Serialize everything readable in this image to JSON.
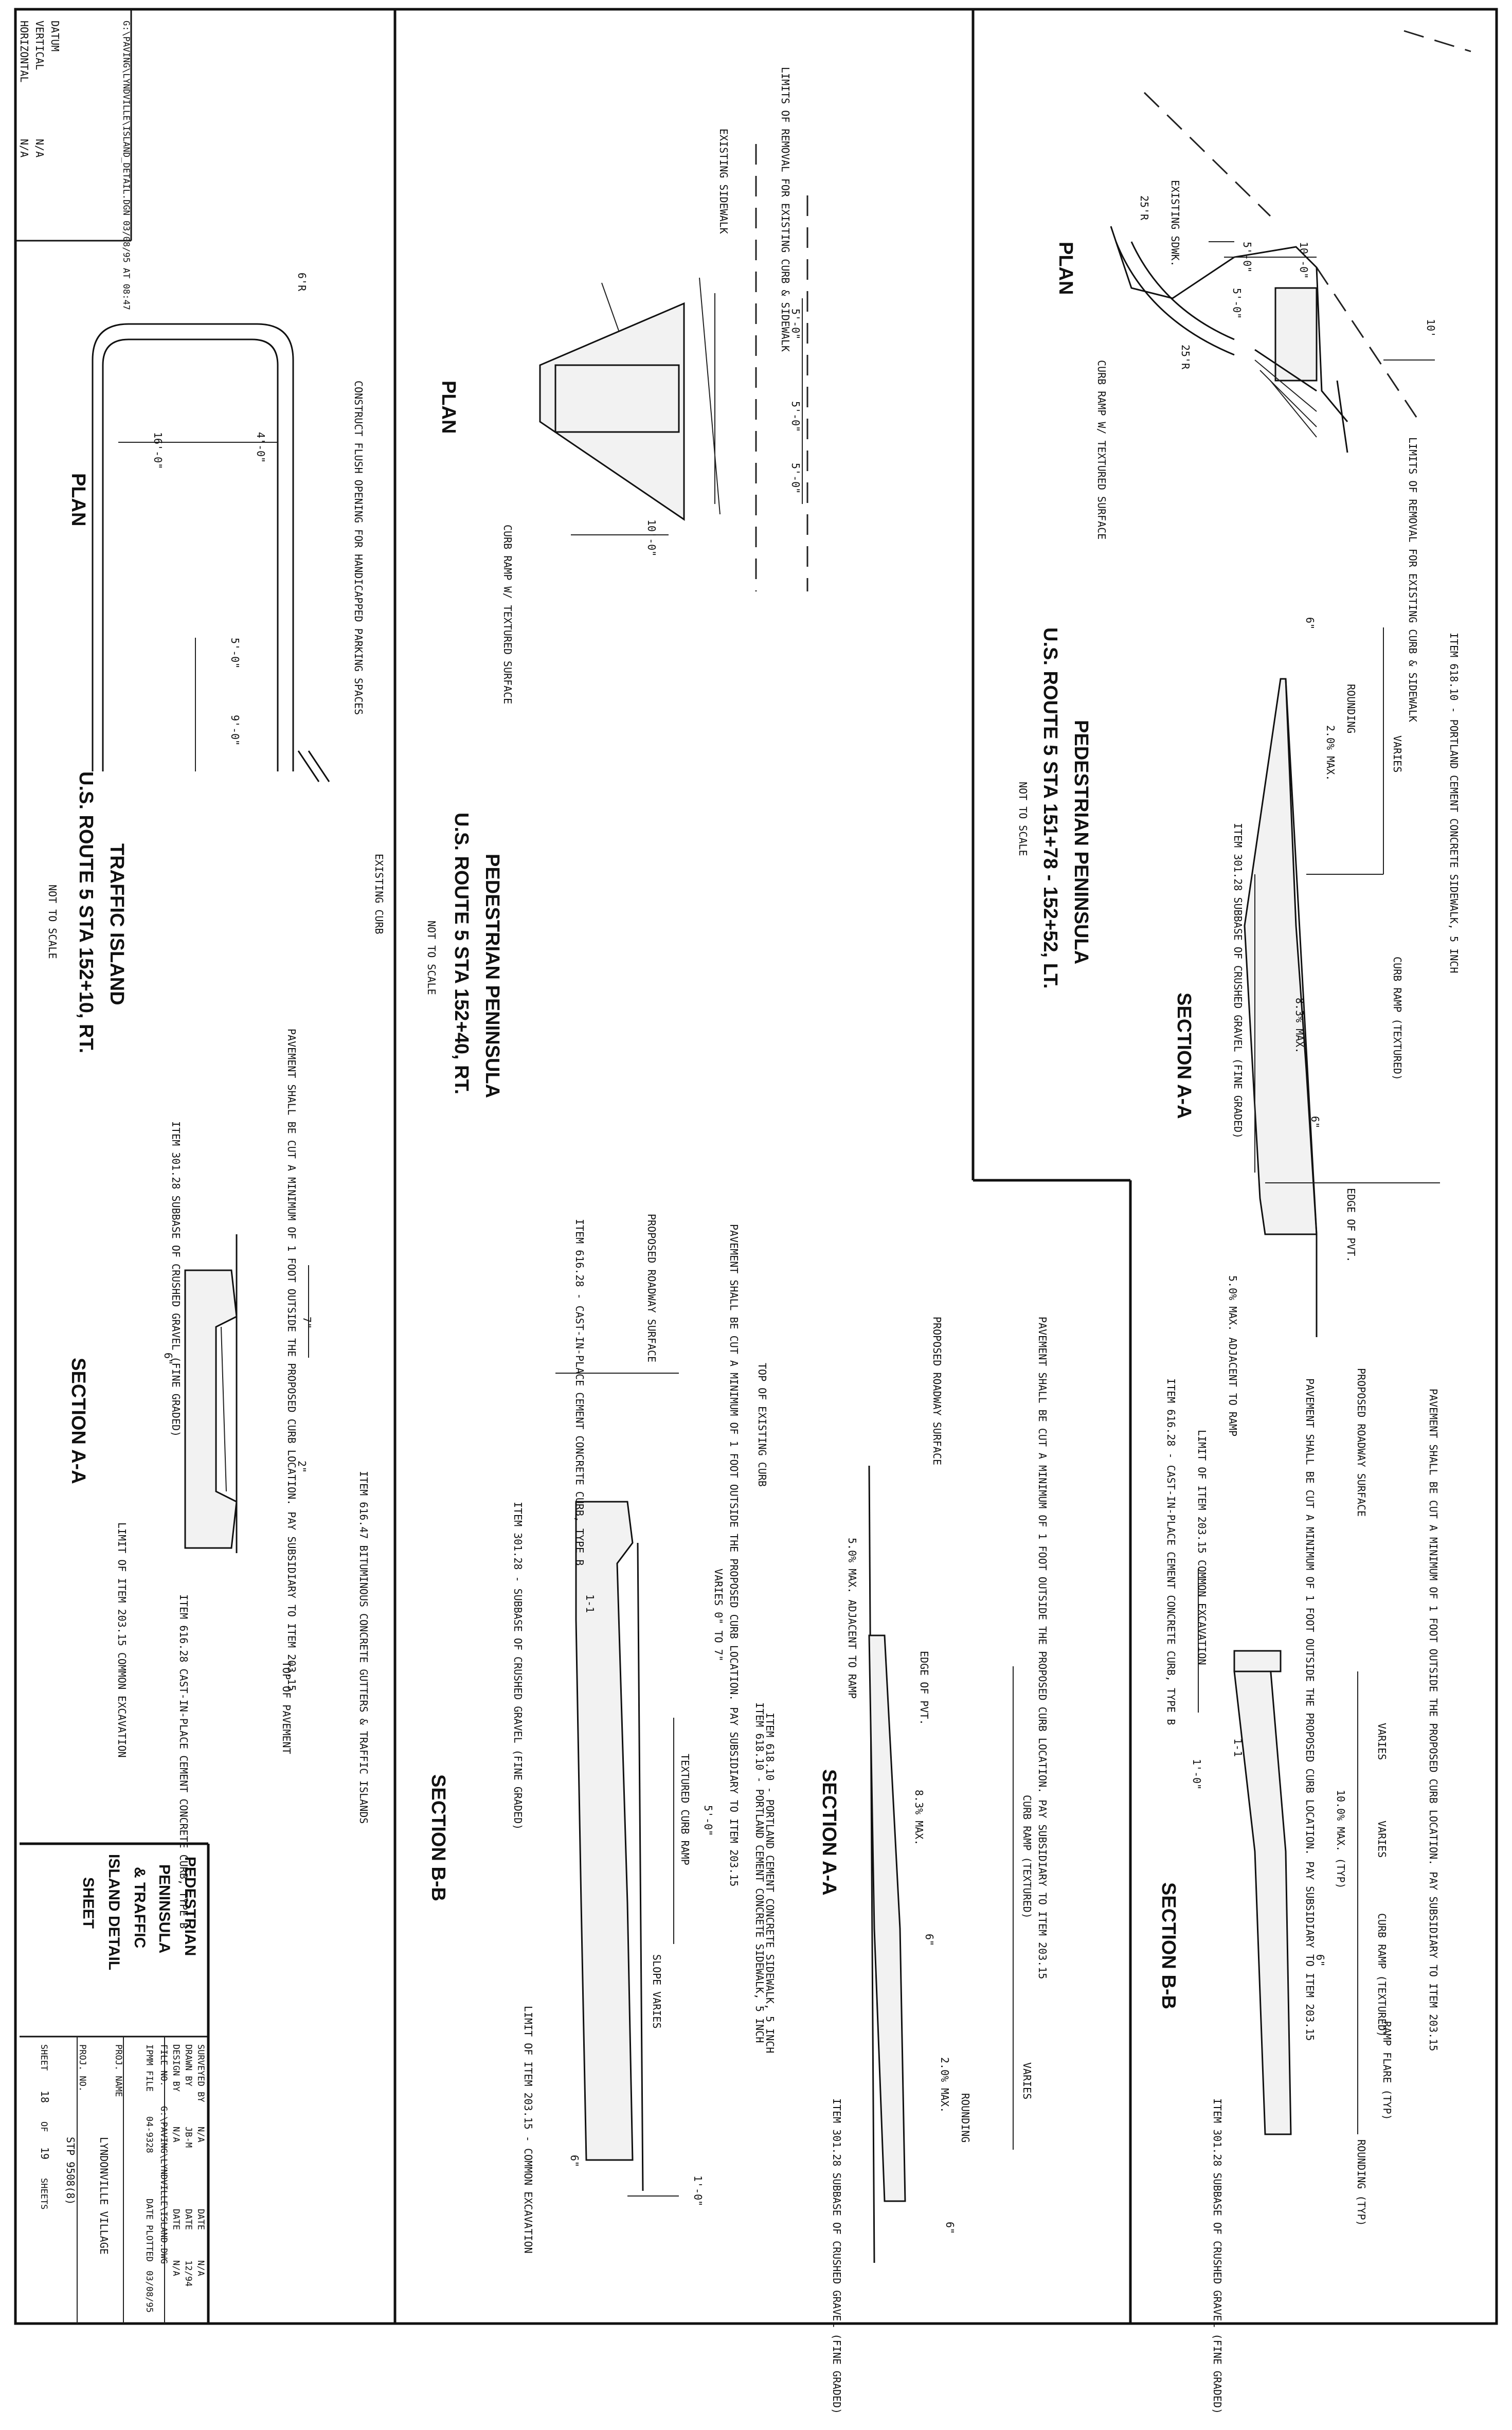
{
  "datum": {
    "title": "DATUM",
    "vertical_label": "VERTICAL",
    "vertical_value": "N/A",
    "horizontal_label": "HORIZONTAL",
    "horizontal_value": "N/A",
    "file_path": "G:\\PAVING\\LYNDVILLE\\ISLAND_DETAIL.DGN  03/08/95 AT 08:47"
  },
  "p1": {
    "plan_title": "PLAN",
    "section_aa": "SECTION A-A",
    "section_bb": "SECTION B-B",
    "title_1": "PEDESTRIAN PENINSULA",
    "title_2": "U.S. ROUTE 5 STA 151+78 - 152+52, LT.",
    "scale": "NOT TO SCALE",
    "existing_sidewalk": "EXISTING SDWK.",
    "dim_10": "10'",
    "dim_5": "5'-0\"",
    "dim_10b": "10'-0\"",
    "dim_5b": "5'-0\"",
    "r_25": "25'R",
    "r_25b": "25'R",
    "limits": "LIMITS OF REMOVAL FOR EXISTING CURB & SIDEWALK",
    "curb_ramp": "CURB RAMP W/ TEXTURED SURFACE",
    "item_61810": "ITEM 618.10 - PORTLAND CEMENT CONCRETE SIDEWALK, 5 INCH",
    "varies": "VARIES",
    "rounding": "ROUNDING",
    "slope_2": "2.0% MAX.",
    "dim_6": "6\"",
    "item_30128": "ITEM 301.28 SUBBASE OF CRUSHED GRAVEL (FINE GRADED)",
    "curb_ramp_textured": "CURB RAMP (TEXTURED)",
    "slope_83": "8.3% MAX.",
    "dim_6b": "6\"",
    "edge_pvt": "EDGE OF PVT.",
    "slope_5": "5.0% MAX. ADJACENT TO RAMP",
    "pavement_cut": "PAVEMENT SHALL BE CUT A MINIMUM OF 1 FOOT OUTSIDE THE PROPOSED CURB LOCATION. PAY SUBSIDIARY TO ITEM 203.15",
    "proposed_roadway": "PROPOSED ROADWAY SURFACE",
    "pavement_cut_b": "PAVEMENT SHALL BE CUT A MINIMUM OF 1 FOOT OUTSIDE THE PROPOSED CURB LOCATION. PAY SUBSIDIARY TO ITEM 203.15",
    "limit_20315": "LIMIT OF ITEM 203.15 COMMON EXCAVATION",
    "item_61628": "ITEM 616.28 - CAST-IN-PLACE CEMENT CONCRETE CURB, TYPE B",
    "dim_1": "1'-0\"",
    "slope_11": "1-1",
    "varies_b": "VARIES",
    "varies_c": "VARIES",
    "slope_10": "10.0% MAX. (TYP)",
    "curb_ramp_b": "CURB RAMP (TEXTURED)",
    "dim_6c": "6\"",
    "ramp_flare": "RAMP FLARE (TYP)",
    "rounding_typ": "ROUNDING (TYP)",
    "item_30128b": "ITEM 301.28 SUBBASE OF CRUSHED GRAVEL (FINE GRADED)"
  },
  "p2": {
    "plan_title": "PLAN",
    "section_aa": "SECTION A-A",
    "section_bb": "SECTION B-B",
    "title_1": "PEDESTRIAN PENINSULA",
    "title_2": "U.S. ROUTE 5 STA 152+40, RT.",
    "scale": "NOT TO SCALE",
    "limits": "LIMITS OF REMOVAL FOR EXISTING CURB & SIDEWALK",
    "existing_sidewalk": "EXISTING SIDEWALK",
    "dim_5a": "5'-0\"",
    "dim_5b": "5'-0\"",
    "dim_5c": "5'-0\"",
    "dim_10": "10'-0\"",
    "curb_ramp": "CURB RAMP W/ TEXTURED SURFACE",
    "pavement_cut": "PAVEMENT SHALL BE CUT A MINIMUM OF 1 FOOT OUTSIDE THE PROPOSED CURB LOCATION. PAY SUBSIDIARY TO ITEM 203.15",
    "proposed_roadway": "PROPOSED ROADWAY SURFACE",
    "slope_5": "5.0% MAX. ADJACENT TO RAMP",
    "edge_pvt": "EDGE OF PVT.",
    "slope_83": "8.3% MAX.",
    "curb_ramp_textured": "CURB RAMP (TEXTURED)",
    "varies": "VARIES",
    "dim_6": "6\"",
    "slope_2": "2.0% MAX.",
    "rounding": "ROUNDING",
    "item_61810": "ITEM 618.10 - PORTLAND CEMENT CONCRETE SIDEWALK, 5 INCH",
    "item_30128": "ITEM 301.28 SUBBASE OF CRUSHED GRAVEL (FINE GRADED)",
    "dim_6b": "6\"",
    "top_curb": "TOP OF EXISTING CURB",
    "pavement_cut_b": "PAVEMENT SHALL BE CUT A MINIMUM OF 1 FOOT OUTSIDE THE PROPOSED CURB LOCATION. PAY SUBSIDIARY TO ITEM 203.15",
    "proposed_roadway_b": "PROPOSED ROADWAY SURFACE",
    "item_61628": "ITEM 616.28 - CAST-IN-PLACE CEMENT CONCRETE CURB, TYPE B",
    "varies_b": "VARIES 0\" TO 7\"",
    "item_30128b": "ITEM 301.28 - SUBBASE OF CRUSHED GRAVEL (FINE GRADED)",
    "slope_11": "1-1",
    "item_61810b": "ITEM 618.10 - PORTLAND CEMENT CONCRETE SIDEWALK, 5 INCH",
    "textured": "TEXTURED CURB RAMP",
    "dim_5d": "5'-0\"",
    "slope_varies": "SLOPE VARIES",
    "limit_20315": "LIMIT OF ITEM 203.15 - COMMON EXCAVATION",
    "dim_6c": "6\"",
    "dim_1": "1'-0\""
  },
  "p3": {
    "plan_title": "PLAN",
    "section_aa": "SECTION A-A",
    "title_1": "TRAFFIC ISLAND",
    "title_2": "U.S. ROUTE 5 STA 152+10, RT.",
    "scale": "NOT TO SCALE",
    "r_6": "6'R",
    "construct": "CONSTRUCT FLUSH OPENING FOR HANDICAPPED PARKING SPACES",
    "dim_16": "16'-0\"",
    "dim_4": "4'-0\"",
    "dim_5": "5'-0\"",
    "dim_9": "9'-0\"",
    "existing_curb": "EXISTING CURB",
    "pavement_cut": "PAVEMENT SHALL BE CUT A MINIMUM OF 1 FOOT OUTSIDE THE PROPOSED CURB LOCATION. PAY SUBSIDIARY TO ITEM 203.15",
    "item_30128": "ITEM 301.28 SUBBASE OF CRUSHED GRAVEL (FINE GRADED)",
    "dim_7": "7\"",
    "dim_6": "6\"",
    "dim_2": "2\"",
    "item_61647": "ITEM 616.47 BITUMINOUS CONCRETE GUTTERS & TRAFFIC ISLANDS",
    "limit_20315": "LIMIT OF ITEM 203.15 COMMON EXCAVATION",
    "item_61628": "ITEM 616.28 CAST-IN-PLACE CEMENT CONCRETE CURB, TYPE B",
    "top_pavement": "TOP OF PAVEMENT"
  },
  "title_block": {
    "title_1": "PEDESTRIAN",
    "title_2": "PENINSULA",
    "title_3": "& TRAFFIC",
    "title_4": "ISLAND DETAIL",
    "title_5": "SHEET",
    "surveyed_label": "SURVEYED BY",
    "surveyed_value": "N/A",
    "date_label": "DATE",
    "surveyed_date": "N/A",
    "drawn_label": "DRAWN BY",
    "drawn_value": "JB-M",
    "drawn_date": "12/94",
    "design_label": "DESIGN BY",
    "design_value": "N/A",
    "design_date": "N/A",
    "file_label": "FILE NO.",
    "file_value": "G:\\PAVING\\LYNDVILLE\\ISLAND.DWG",
    "ipmm_label": "IPMM FILE",
    "ipmm_value": "04-9328",
    "plotted_label": "DATE PLOTTED",
    "plotted_value": "03/08/95",
    "proj_name_label": "PROJ. NAME",
    "proj_name_value": "LYNDONVILLE VILLAGE",
    "proj_no_label": "PROJ. NO.",
    "proj_no_value": "STP 9508(8)",
    "sheet_label": "SHEET",
    "sheet_no": "18",
    "of_label": "OF",
    "total_sheets": "19",
    "sheets_label": "SHEETS"
  }
}
